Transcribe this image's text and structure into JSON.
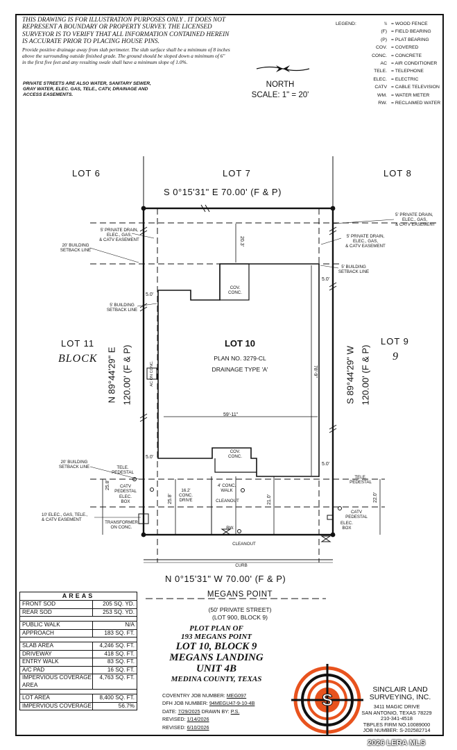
{
  "disclaimer": "THIS DRAWING IS FOR ILLUSTRATION PURPOSES ONLY . IT DOES NOT REPRESENT A BOUNDARY OR PROPERTY SURVEY. THE LICENSED SURVEYOR IS TO VERIFY THAT ALL INFORMATION CONTAINED HEREIN IS ACCURATE PRIOR TO PLACING HOUSE PINS.",
  "drainage_note": "Provide positive drainage away from slab perimeter. The slab surface shall be a minimum of 8 inches above the surrounding outside finished grade. The ground should be sloped down a minimum of 6\" in the first five feet and any resulting swale shall have a minimum slope of 1.0%.",
  "private_note": "PRIVATE STREETS ARE ALSO WATER, SANITARY SEWER, GRAY WATER, ELEC. GAS, TELE., CATV, DRAINAGE AND ACCESS EASEMENTS.",
  "legend": {
    "title": "LEGEND:",
    "items": [
      {
        "key": "\\\\",
        "value": "= WOOD FENCE"
      },
      {
        "key": "(F)",
        "value": "= FIELD BEARING"
      },
      {
        "key": "(P)",
        "value": "= PLAT BEARING"
      },
      {
        "key": "COV.",
        "value": "= COVERED"
      },
      {
        "key": "CONC.",
        "value": "= CONCRETE"
      },
      {
        "key": "AC",
        "value": "= AIR CONDITIONER"
      },
      {
        "key": "TELE.",
        "value": "= TELEPHONE"
      },
      {
        "key": "ELEC.",
        "value": "= ELECTRIC"
      },
      {
        "key": "CATV",
        "value": "= CABLE TELEVISION"
      },
      {
        "key": "WM.",
        "value": "= WATER METER"
      },
      {
        "key": "RW.",
        "value": "= RECLAIMED WATER"
      }
    ]
  },
  "north": {
    "label": "NORTH",
    "scale": "SCALE:  1\" = 20'"
  },
  "lots": {
    "lot6": "LOT 6",
    "lot7": "LOT 7",
    "lot8": "LOT 8",
    "lot11": "LOT 11",
    "block": "BLOCK",
    "lot9": "LOT 9",
    "nine": "9"
  },
  "bearings": {
    "top": "S 0°15'31\" E 70.00' (F & P)",
    "left_a": "N 89°44'29\" E",
    "left_b": "120.00' (F & P)",
    "right_a": "S 89°44'29\" W",
    "right_b": "120.00' (F & P)",
    "bottom": "N 0°15'31\" W 70.00' (F & P)"
  },
  "lot10": {
    "name": "LOT 10",
    "plan": "PLAN NO. 3279-CL",
    "drainage": "DRAINAGE TYPE 'A'"
  },
  "labels": {
    "drain_right_1": "5' PRIVATE DRAIN,",
    "drain_right_2": "ELEC., GAS,",
    "drain_right_3": "& CATV EASEMENT",
    "drain_left_1": "5' PRIVATE DRAIN,",
    "drain_left_2": "ELEC., GAS,",
    "drain_left_3": "& CATV EASEMENT",
    "drain_mid_1": "5' PRIVATE DRAIN,",
    "drain_mid_2": "ELEC., GAS,",
    "drain_mid_3": "& CATV EASEMENT",
    "setback20_1": "20' BUILDING",
    "setback20_2": "SETBACK LINE",
    "setback5r_1": "5' BUILDING",
    "setback5r_2": "SETBACK LINE",
    "setback5l_1": "5' BUILDING",
    "setback5l_2": "SETBACK LINE",
    "setback20b_1": "20' BUILDING",
    "setback20b_2": "SETBACK LINE",
    "cov_conc_1": "COV.",
    "cov_conc_2": "CONC.",
    "cov_conc_b1": "COV.",
    "cov_conc_b2": "CONC.",
    "ac_on_conc": "AC ON CONC.",
    "tele_ped_1": "TELE.",
    "tele_ped_2": "PEDESTAL",
    "catv_ped_1": "CATV",
    "catv_ped_2": "PEDESTAL",
    "elec_box_1": "ELEC.",
    "elec_box_2": "BOX",
    "easement10_1": "10' ELEC., GAS, TELE.,",
    "easement10_2": "& CATV EASEMENT",
    "transformer_1": "TRANSFORMER",
    "transformer_2": "ON CONC.",
    "drive_1": "16.2'",
    "drive_2": "CONC.",
    "drive_3": "DRIVE",
    "walk_1": "4' CONC.",
    "walk_2": "WALK",
    "cleanout_1": "CLEANOUT",
    "cleanout_2": "CLEANOUT",
    "rw": "RW.",
    "tele_ped_r1": "TELE.",
    "tele_ped_r2": "PEDESTAL",
    "catv_ped_r1": "CATV",
    "catv_ped_r2": "PEDESTAL",
    "elec_box_r1": "ELEC.",
    "elec_box_r2": "BOX",
    "curb": "CURB"
  },
  "dims": {
    "d20_3": "20.3'",
    "d5_0_r1": "5.0'",
    "d5_0_l1": "5.0'",
    "d78_9": "78'-9\"",
    "d59_11": "59'-11\"",
    "d5_0_l2": "5.0'",
    "d5_0_r2": "5.0'",
    "d25_8_a": "25.8'",
    "d25_8_b": "25.8'",
    "d21_0": "21.0'",
    "d22_0": "22.0'"
  },
  "street": {
    "name": "MEGANS POINT",
    "sub1": "(50' PRIVATE STREET)",
    "sub2": "(LOT 900, BLOCK 9)"
  },
  "areas": {
    "title": "AREAS",
    "group1": [
      {
        "label": "FRONT SOD",
        "value": "205 SQ. YD."
      },
      {
        "label": "REAR SOD",
        "value": "253 SQ. YD."
      }
    ],
    "group2": [
      {
        "label": "PUBLIC WALK",
        "value": "N/A"
      },
      {
        "label": "APPROACH",
        "value": "183 SQ. FT."
      }
    ],
    "group3": [
      {
        "label": "SLAB AREA",
        "value": "4,246 SQ. FT."
      },
      {
        "label": "DRIVEWAY",
        "value": "418 SQ. FT."
      },
      {
        "label": "ENTRY WALK",
        "value": "83 SQ. FT."
      },
      {
        "label": "A/C PAD",
        "value": "16 SQ. FT."
      },
      {
        "label": "IMPERVIOUS COVERAGE AREA",
        "value": "4,763 SQ. FT."
      }
    ],
    "group4": [
      {
        "label": "LOT AREA",
        "value": "8,400 SQ. FT."
      },
      {
        "label": "IMPERVIOUS COVERAGE",
        "value": "56.7%"
      }
    ]
  },
  "title_block": {
    "l1": "PLOT PLAN OF",
    "l2": "193 MEGANS POINT",
    "l3": "LOT 10, BLOCK 9",
    "l4": "MEGANS LANDING",
    "l5": "UNIT 4B",
    "l6": "MEDINA COUNTY, TEXAS"
  },
  "job_info": {
    "coventry_label": "COVENTRY JOB NUMBER:",
    "coventry_value": "MEG097",
    "dfh_label": "DFH JOB NUMBER:",
    "dfh_value": "94MEGU47-9-10-4B",
    "date_label": "DATE:",
    "date_value": "7/29/2025",
    "drawn_label": "DRAWN BY:",
    "drawn_value": "P.S.",
    "rev1_label": "REVISED:",
    "rev1_value": "1/14/2026",
    "rev2_label": "REVISED:",
    "rev2_value": "6/10/2026"
  },
  "company": {
    "name1": "SINCLAIR LAND",
    "name2": "SURVEYING, INC.",
    "addr1": "3411 MAGIC DRIVE",
    "addr2": "SAN ANTONIO, TEXAS 78229",
    "phone": "210-341-4518",
    "firm": "TBPLES FIRM NO.10089000",
    "job": "JOB NUMBER: S-202582714",
    "logo_letter": "S"
  },
  "colors": {
    "logo_orange": "#e8531e",
    "ink": "#111111"
  },
  "watermark": "2026 LERA MLS"
}
